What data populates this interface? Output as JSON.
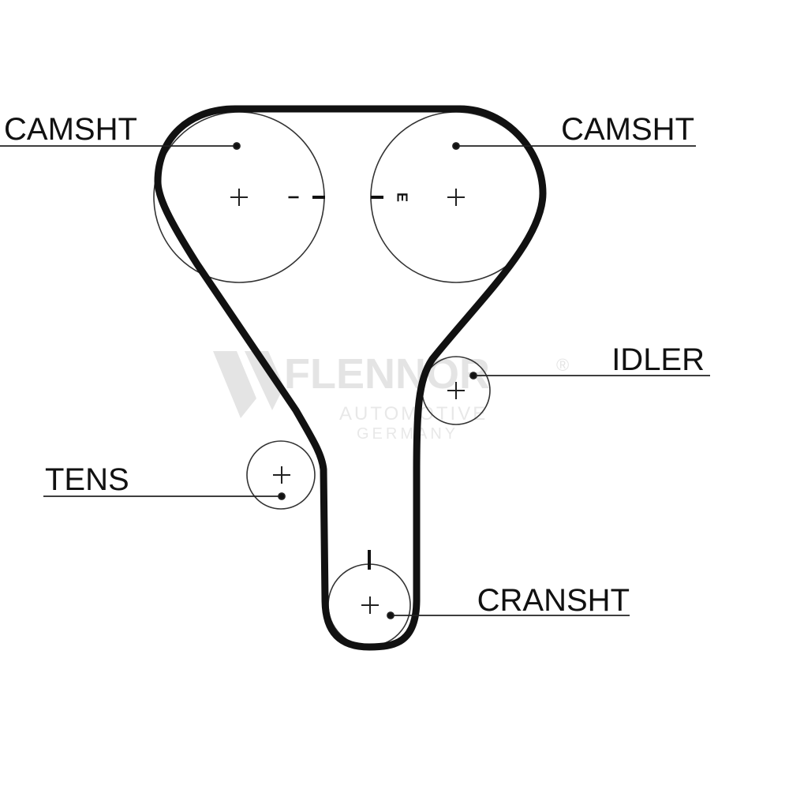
{
  "labels": {
    "camshaft_left": "CAMSHT",
    "camshaft_right": "CAMSHT",
    "idler": "IDLER",
    "tensioner": "TENS",
    "crankshaft": "CRANSHT"
  },
  "timing_marks": {
    "left": "I",
    "right": "E"
  },
  "watermark": {
    "brand": "FLENNOR",
    "registered": "®",
    "line1": "AUTOMOTIVE",
    "line2": "GERMANY"
  },
  "colors": {
    "belt": "#111111",
    "pulley": "#333333",
    "watermark": "#d0d0d0"
  }
}
